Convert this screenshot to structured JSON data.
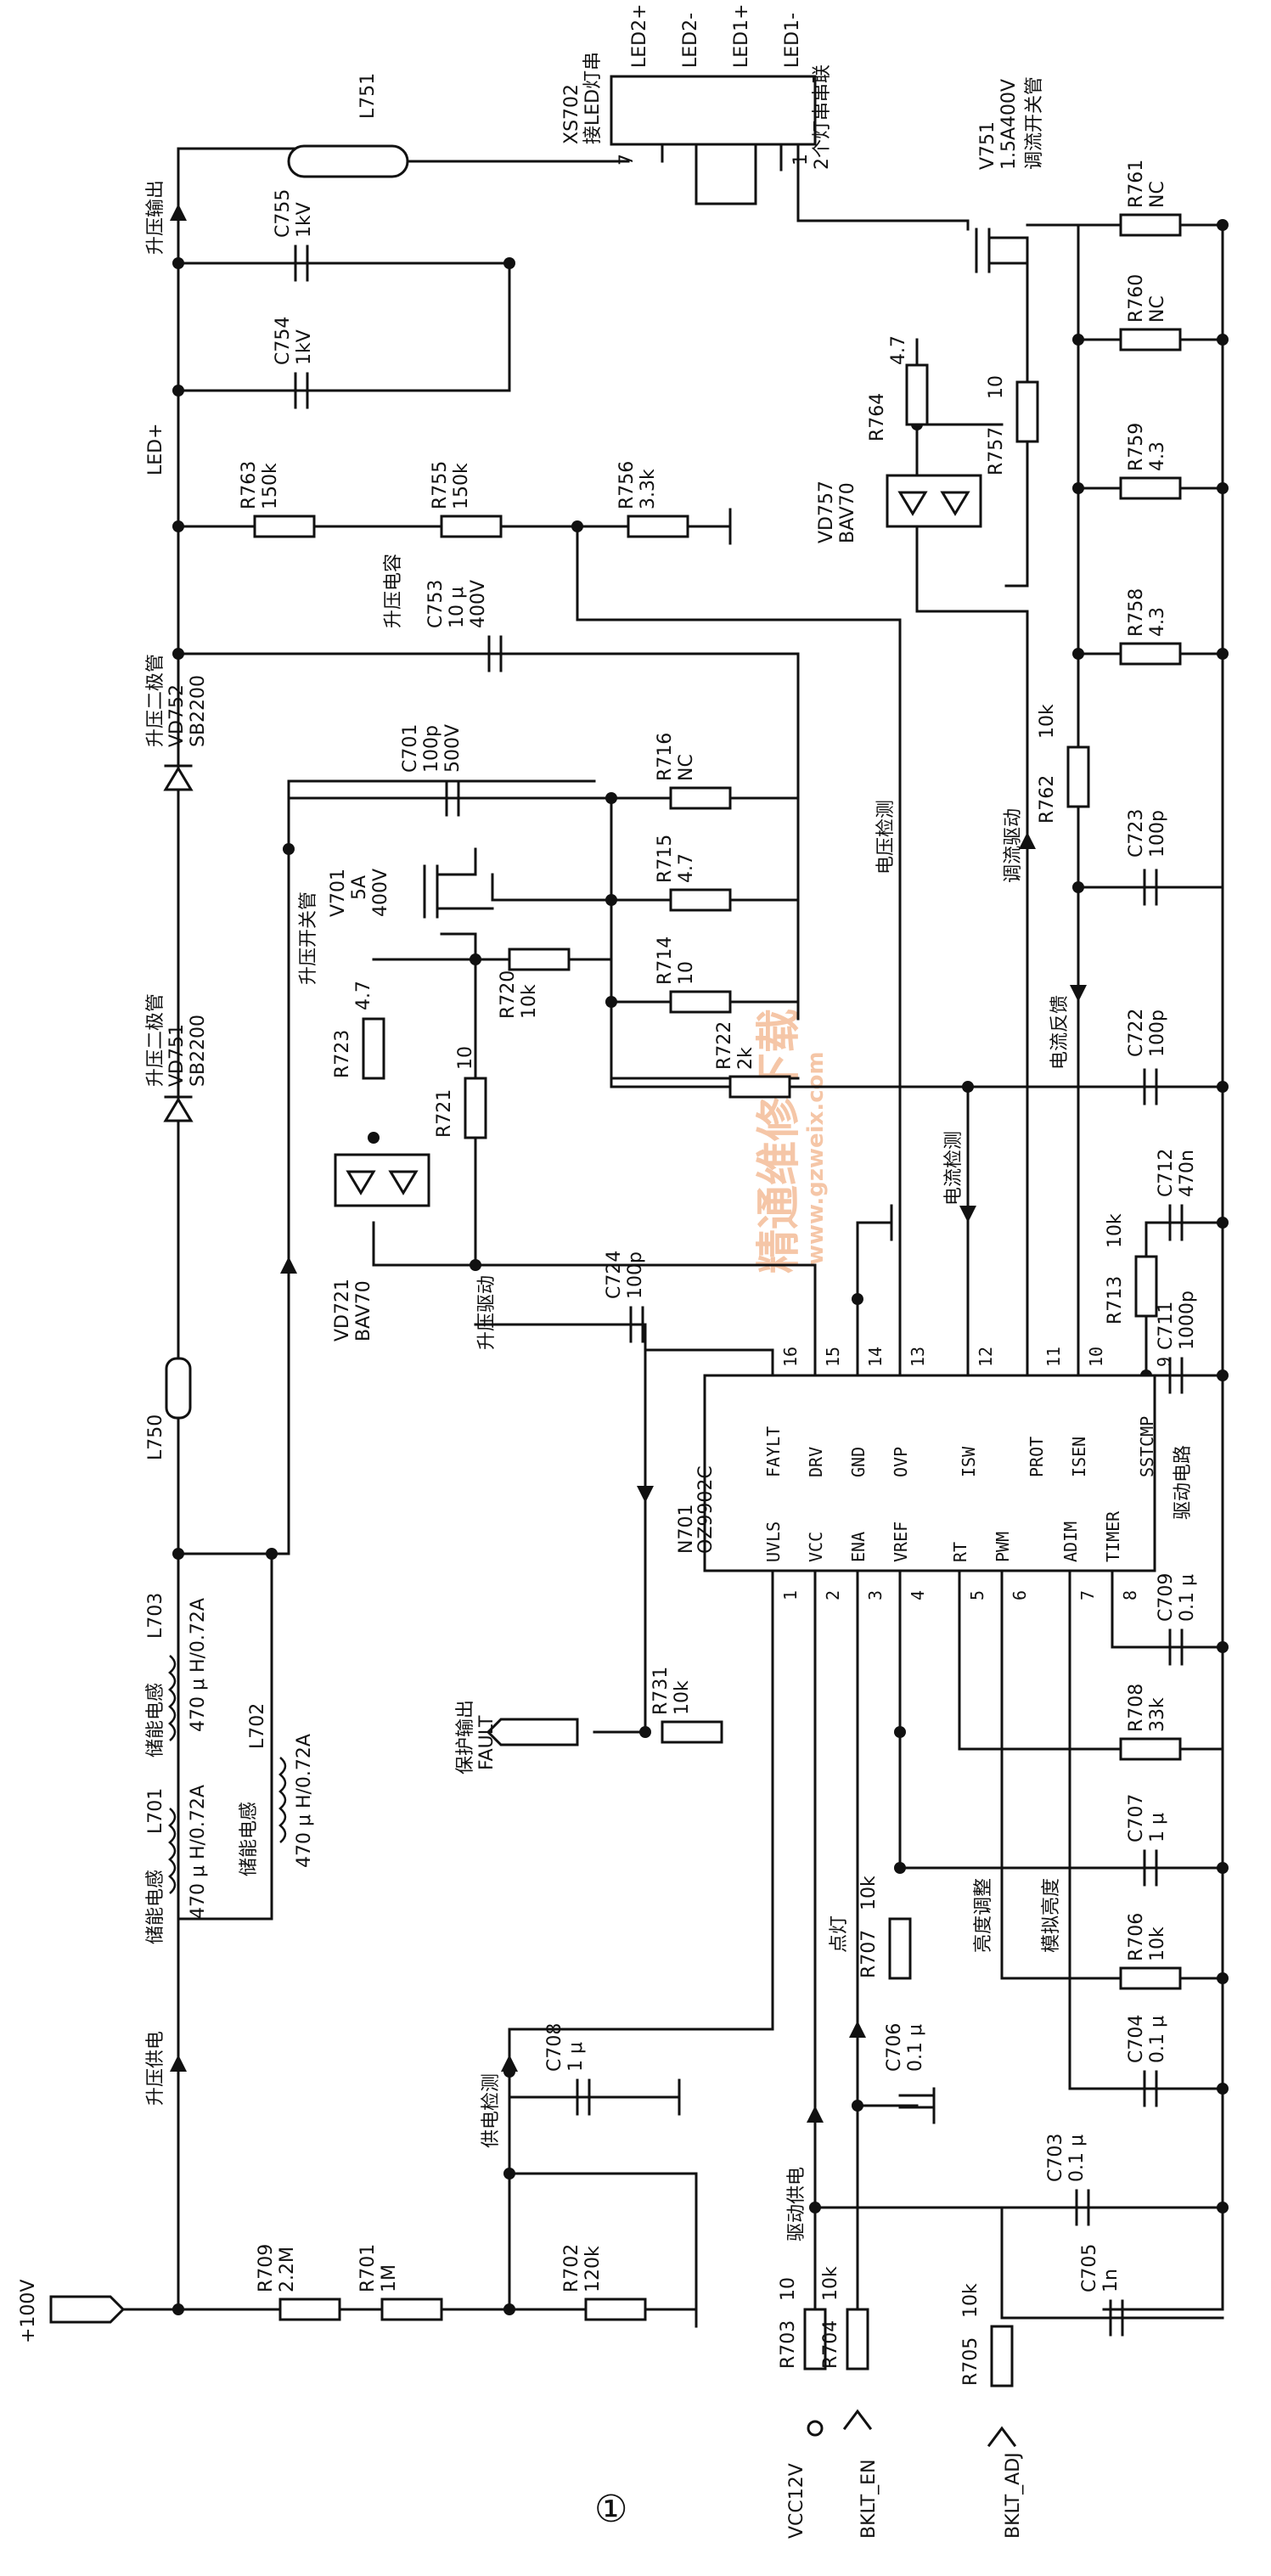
{
  "figure_number": "①",
  "ic": {
    "ref": "N701",
    "part": "OZ9902C",
    "caption": "驱动电路",
    "pins_left": [
      {
        "num": "1",
        "name": "UVLS"
      },
      {
        "num": "2",
        "name": "VCC"
      },
      {
        "num": "3",
        "name": "ENA"
      },
      {
        "num": "4",
        "name": "VREF"
      },
      {
        "num": "5",
        "name": "RT"
      },
      {
        "num": "6",
        "name": "PWM"
      },
      {
        "num": "7",
        "name": "ADIM"
      },
      {
        "num": "8",
        "name": "TIMER"
      }
    ],
    "pins_right": [
      {
        "num": "16",
        "name": "FAYLT"
      },
      {
        "num": "15",
        "name": "DRV"
      },
      {
        "num": "14",
        "name": "GND"
      },
      {
        "num": "13",
        "name": "OVP"
      },
      {
        "num": "12",
        "name": "ISW"
      },
      {
        "num": "11",
        "name": "PROT"
      },
      {
        "num": "10",
        "name": "ISEN"
      },
      {
        "num": "9",
        "name": "SSTCMP"
      }
    ]
  },
  "components": {
    "R709": {
      "ref": "R709",
      "value": "2.2M"
    },
    "R701": {
      "ref": "R701",
      "value": "1M"
    },
    "R702": {
      "ref": "R702",
      "value": "120k"
    },
    "C708": {
      "ref": "C708",
      "value": "1 μ"
    },
    "L701": {
      "ref": "L701",
      "value": "470 μ H/0.72A",
      "label": "储能电感"
    },
    "L702": {
      "ref": "L702",
      "value": "470 μ H/0.72A",
      "label": "储能电感"
    },
    "L703": {
      "ref": "L703",
      "value": "470 μ H/0.72A",
      "label": "储能电感"
    },
    "L750": {
      "ref": "L750"
    },
    "L751": {
      "ref": "L751"
    },
    "VD751": {
      "ref": "VD751",
      "value": "SB2200",
      "label": "升压二极管"
    },
    "VD752": {
      "ref": "VD752",
      "value": "SB2200",
      "label": "升压二极管"
    },
    "C755": {
      "ref": "C755",
      "value": "1kV"
    },
    "C754": {
      "ref": "C754",
      "value": "1kV"
    },
    "R763": {
      "ref": "R763",
      "value": "150k"
    },
    "R755": {
      "ref": "R755",
      "value": "150k"
    },
    "R756": {
      "ref": "R756",
      "value": "3.3k"
    },
    "C753": {
      "ref": "C753",
      "value1": "10 μ",
      "value2": "400V",
      "label": "升压电容"
    },
    "C701": {
      "ref": "C701",
      "value1": "100p",
      "value2": "500V"
    },
    "R716": {
      "ref": "R716",
      "value": "NC"
    },
    "R715": {
      "ref": "R715",
      "value": "4.7"
    },
    "R714": {
      "ref": "R714",
      "value": "10"
    },
    "R720": {
      "ref": "R720",
      "value": "10k"
    },
    "R722": {
      "ref": "R722",
      "value": "2k"
    },
    "R723": {
      "ref": "R723",
      "value": "4.7"
    },
    "R721": {
      "ref": "R721",
      "value": "10"
    },
    "V701": {
      "ref": "V701",
      "value1": "5A",
      "value2": "400V",
      "label": "升压开关管"
    },
    "VD721": {
      "ref": "VD721",
      "value": "BAV70"
    },
    "C724": {
      "ref": "C724",
      "value": "100p"
    },
    "XS702": {
      "ref": "XS702",
      "label": "接LED灯串",
      "pins": [
        "LED2+",
        "LED2-",
        "LED1+",
        "LED1-"
      ],
      "pin7": "7",
      "pin1": "1",
      "note": "2个灯串串联"
    },
    "V751": {
      "ref": "V751",
      "value": "1.5A400V",
      "label": "调流开关管"
    },
    "R764": {
      "ref": "R764",
      "value": "4.7"
    },
    "VD757": {
      "ref": "VD757",
      "value": "BAV70"
    },
    "R757": {
      "ref": "R757",
      "value": "10"
    },
    "R761": {
      "ref": "R761",
      "value": "NC"
    },
    "R760": {
      "ref": "R760",
      "value": "NC"
    },
    "R759": {
      "ref": "R759",
      "value": "4.3"
    },
    "R758": {
      "ref": "R758",
      "value": "4.3"
    },
    "R762": {
      "ref": "R762",
      "value": "10k"
    },
    "C723": {
      "ref": "C723",
      "value": "100p"
    },
    "C722": {
      "ref": "C722",
      "value": "100p"
    },
    "C712": {
      "ref": "C712",
      "value": "470n"
    },
    "R713": {
      "ref": "R713",
      "value": "10k"
    },
    "C711": {
      "ref": "C711",
      "value": "1000p"
    },
    "C709": {
      "ref": "C709",
      "value": "0.1 μ"
    },
    "R708": {
      "ref": "R708",
      "value": "33k"
    },
    "C707": {
      "ref": "C707",
      "value": "1 μ"
    },
    "R706": {
      "ref": "R706",
      "value": "10k"
    },
    "C704": {
      "ref": "C704",
      "value": "0.1 μ"
    },
    "C703": {
      "ref": "C703",
      "value": "0.1 μ"
    },
    "C705": {
      "ref": "C705",
      "value": "1n"
    },
    "C706": {
      "ref": "C706",
      "value": "0.1 μ"
    },
    "R707": {
      "ref": "R707",
      "value": "10k"
    },
    "R731": {
      "ref": "R731",
      "value": "10k"
    },
    "R703": {
      "ref": "R703",
      "value": "10"
    },
    "R704": {
      "ref": "R704",
      "value": "10k"
    },
    "R705": {
      "ref": "R705",
      "value": "10k"
    }
  },
  "signals": {
    "v100": "+100V",
    "boost_supply": "升压供电",
    "boost_out": "升压输出",
    "led_plus": "LED+",
    "supply_detect": "供电检测",
    "drive_supply": "驱动供电",
    "light_on": "点灯",
    "brightness": "亮度调整",
    "analog_dim": "模拟亮度",
    "fault_out": "保护输出",
    "fault": "FAULT",
    "boost_drive": "升压驱动",
    "voltage_detect": "电压检测",
    "current_detect": "电流检测",
    "dim_drive": "调流驱动",
    "current_fb": "电流反馈",
    "vcc12": "VCC12V",
    "bklt_en": "BKLT_EN",
    "bklt_adj": "BKLT_ADJ"
  },
  "watermark": {
    "text": "精通维修下载",
    "url": "www.gzweix.com"
  }
}
